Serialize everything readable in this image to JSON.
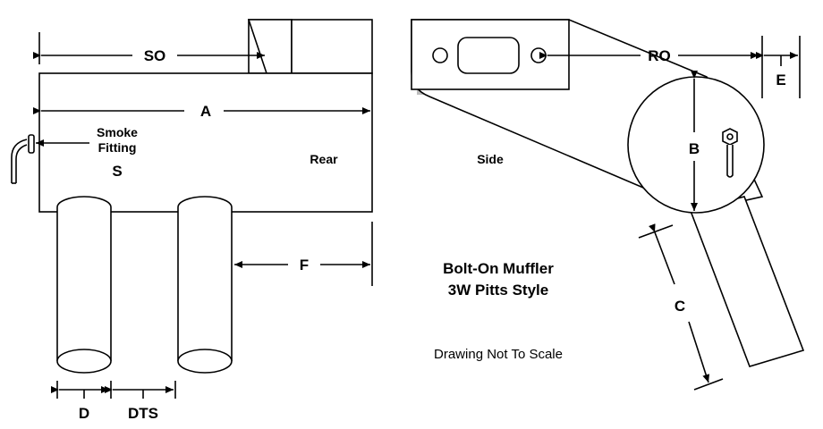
{
  "labels": {
    "so": "SO",
    "a": "A",
    "smoke_fitting": "Smoke\nFitting",
    "s": "S",
    "rear": "Rear",
    "f": "F",
    "d": "D",
    "dts": "DTS",
    "side": "Side",
    "ro": "RO",
    "e": "E",
    "b": "B",
    "c": "C",
    "title_line1": "Bolt-On Muffler",
    "title_line2": "3W Pitts Style",
    "note": "Drawing Not To Scale"
  },
  "colors": {
    "line": "#000000",
    "background": "#ffffff",
    "shadow": "#bdbdbd"
  }
}
